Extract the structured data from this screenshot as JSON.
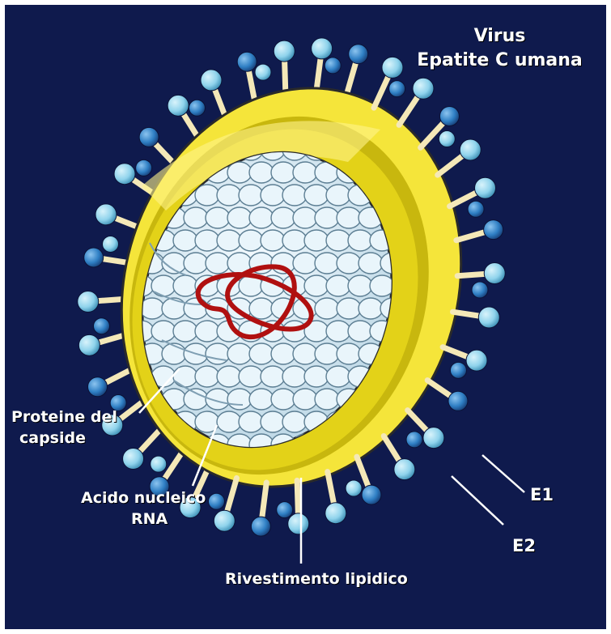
{
  "title": {
    "line1": "Virus",
    "line2": "Epatite C umana"
  },
  "labels": {
    "capsid_line1": "Proteine del",
    "capsid_line2": "capside",
    "rna_line1": "Acido nucleico",
    "rna_line2": "RNA",
    "lipid": "Rivestimento lipidico",
    "e1": "E1",
    "e2": "E2"
  },
  "colors": {
    "background": "#0f1a4d",
    "envelope": "#f5e53a",
    "capsid": "#dfeef6",
    "rna": "#b01010",
    "spike_light": "#8fd3ec",
    "spike_dark": "#2f7fc4",
    "stalk": "#f4e8b8"
  }
}
